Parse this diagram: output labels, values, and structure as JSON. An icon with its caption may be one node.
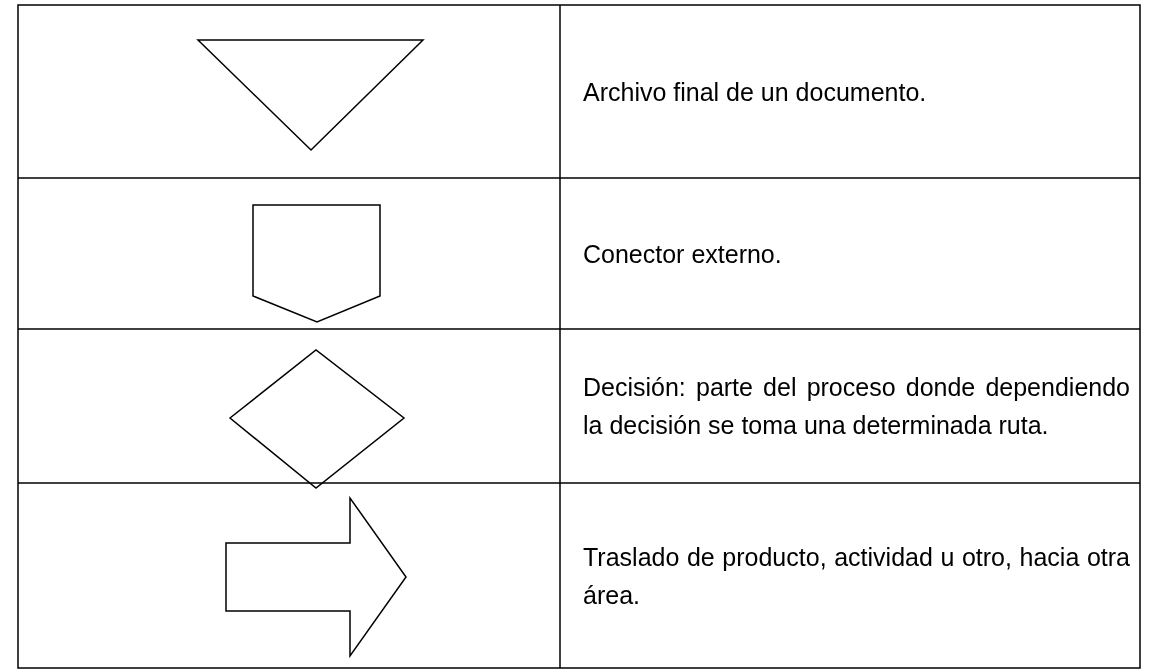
{
  "diagram": {
    "nodes": [
      {
        "text": [],
        "shape": "triangle"
      },
      {
        "text": [],
        "shape": "pentagon"
      },
      {
        "text": [],
        "shape": "diamond"
      },
      {
        "text": [],
        "shape": "arrow"
      }
    ],
    "labels": [
      "Archivo final de un documento.",
      "Conector externo.",
      "Decisión: parte del proceso donde dependiendo la decisión se toma una determinada ruta.",
      "Traslado de producto, actividad u otro, hacia otra área."
    ]
  }
}
